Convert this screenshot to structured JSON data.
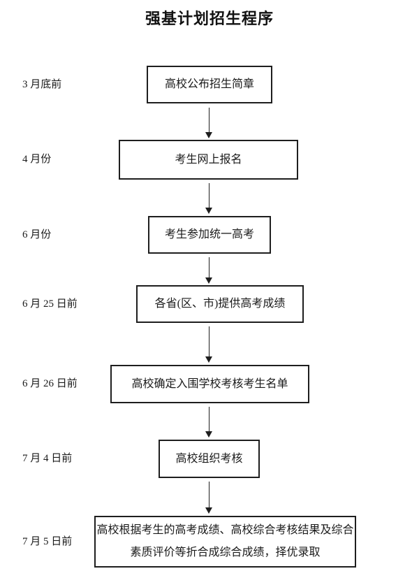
{
  "title": "强基计划招生程序",
  "colors": {
    "text": "#1a1a1a",
    "border": "#1e1e1e",
    "background": "#ffffff"
  },
  "flowchart": {
    "steps": [
      {
        "date": "3 月底前",
        "label": "高校公布招生简章"
      },
      {
        "date": "4 月份",
        "label": "考生网上报名"
      },
      {
        "date": "6 月份",
        "label": "考生参加统一高考"
      },
      {
        "date": "6 月 25 日前",
        "label": "各省(区、市)提供高考成绩"
      },
      {
        "date": "6 月 26 日前",
        "label": "高校确定入围学校考核考生名单"
      },
      {
        "date": "7 月 4 日前",
        "label": "高校组织考核"
      },
      {
        "date": "7 月 5 日前",
        "label_line1": "高校根据考生的高考成绩、高校综合考核结果及综合",
        "label_line2": "素质评价等折合成综合成绩，择优录取"
      }
    ]
  }
}
